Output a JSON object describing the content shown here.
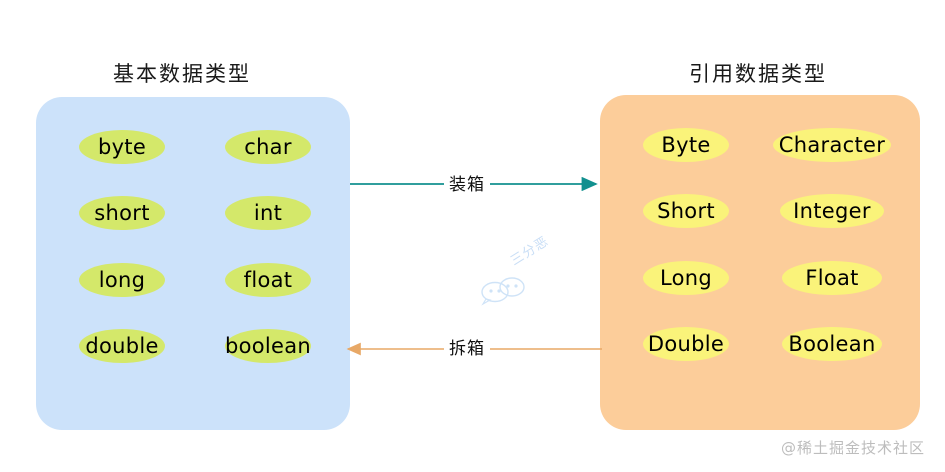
{
  "diagram": {
    "title_primitive": "基本数据类型",
    "title_wrapper": "引用数据类型",
    "colors": {
      "primitive_panel": "#cce2fa",
      "wrapper_panel": "#fccd9a",
      "primitive_pill": "#d4e86a",
      "wrapper_pill": "#faf37a",
      "boxing_arrow": "#12908f",
      "unboxing_arrow": "#e8a866",
      "text": "#000000",
      "watermark": "#bdbdbd"
    },
    "primitive_types": [
      {
        "label": "byte",
        "ellipse_w": 86,
        "ellipse_h": 34
      },
      {
        "label": "char",
        "ellipse_w": 86,
        "ellipse_h": 34
      },
      {
        "label": "short",
        "ellipse_w": 86,
        "ellipse_h": 34
      },
      {
        "label": "int",
        "ellipse_w": 86,
        "ellipse_h": 34
      },
      {
        "label": "long",
        "ellipse_w": 86,
        "ellipse_h": 34
      },
      {
        "label": "float",
        "ellipse_w": 86,
        "ellipse_h": 34
      },
      {
        "label": "double",
        "ellipse_w": 86,
        "ellipse_h": 34
      },
      {
        "label": "boolean",
        "ellipse_w": 86,
        "ellipse_h": 34
      }
    ],
    "wrapper_types": [
      {
        "label": "Byte",
        "ellipse_w": 86,
        "ellipse_h": 34
      },
      {
        "label": "Character",
        "ellipse_w": 118,
        "ellipse_h": 34
      },
      {
        "label": "Short",
        "ellipse_w": 86,
        "ellipse_h": 34
      },
      {
        "label": "Integer",
        "ellipse_w": 104,
        "ellipse_h": 34
      },
      {
        "label": "Long",
        "ellipse_w": 86,
        "ellipse_h": 34
      },
      {
        "label": "Float",
        "ellipse_w": 100,
        "ellipse_h": 34
      },
      {
        "label": "Double",
        "ellipse_w": 86,
        "ellipse_h": 34
      },
      {
        "label": "Boolean",
        "ellipse_w": 100,
        "ellipse_h": 34
      }
    ],
    "arrows": {
      "boxing_label": "装箱",
      "unboxing_label": "拆箱"
    },
    "watermarks": {
      "center_text": "三分恶",
      "brand_text": "@稀土掘金技术社区"
    }
  }
}
